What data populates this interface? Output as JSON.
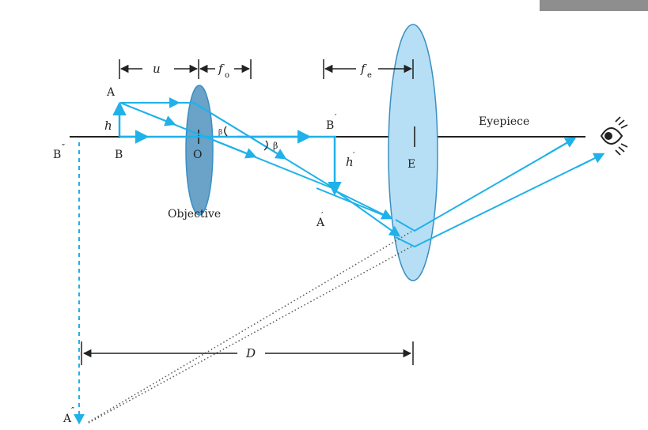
{
  "labels": {
    "A": "A",
    "B": "B",
    "h": "h",
    "O": "O",
    "objective": "Objective",
    "u": "u",
    "fo": "f",
    "fo_sub": "o",
    "fe": "f",
    "fe_sub": "e",
    "B_prime": "B",
    "A_prime": "A",
    "h_prime": "h",
    "E": "E",
    "eyepiece": "Eyepiece",
    "B_dprime": "B",
    "A_dprime": "A",
    "D": "D",
    "beta": "β",
    "beta_small": "β",
    "prime": "′",
    "dprime": "″"
  },
  "colors": {
    "ray": "#1fb1ea",
    "axis": "#222222",
    "lens_objective": "#6aa2c8",
    "lens_eyepiece": "#b6dff5",
    "lens_stroke": "#3a8fc2",
    "dotted": "#555555",
    "corner_bar": "#8e8e8e"
  },
  "icons": {
    "eye": "eye-icon"
  }
}
